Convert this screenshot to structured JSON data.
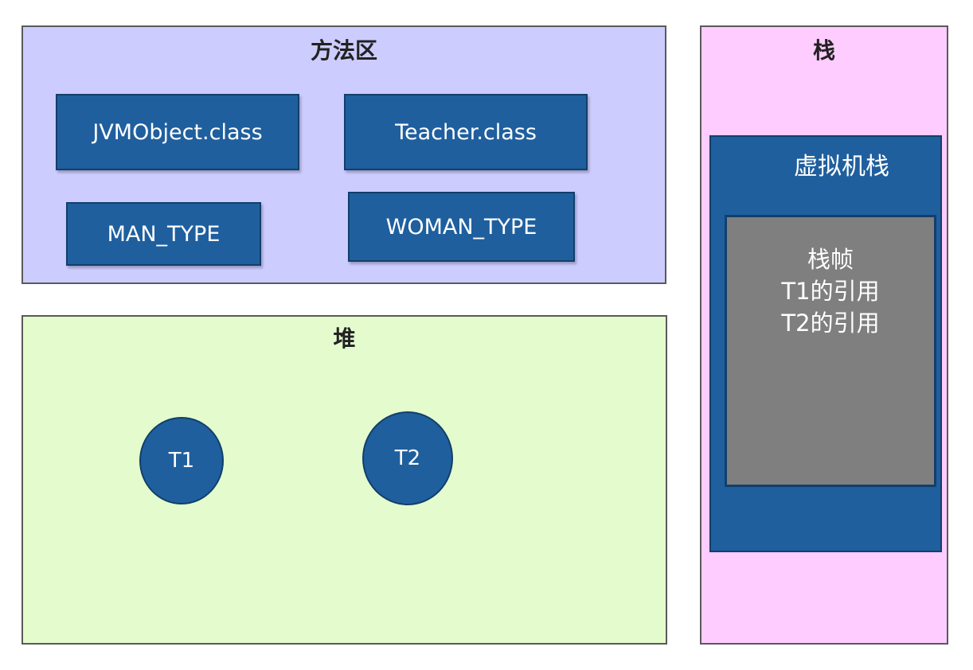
{
  "method_area": {
    "title": "方法区",
    "classes": [
      "JVMObject.class",
      "Teacher.class",
      "MAN_TYPE",
      "WOMAN_TYPE"
    ]
  },
  "heap": {
    "title": "堆",
    "objects": [
      "T1",
      "T2"
    ]
  },
  "stack": {
    "title": "栈",
    "vm_stack_label": "虚拟机栈",
    "frame": {
      "lines": [
        "栈帧",
        "T1的引用",
        "T2的引用"
      ]
    }
  },
  "colors": {
    "method_area_bg": "#ccccff",
    "heap_bg": "#e4fbcd",
    "stack_bg": "#ffccff",
    "box_fill": "#1f5f9e",
    "frame_fill": "#7f7f7f"
  }
}
